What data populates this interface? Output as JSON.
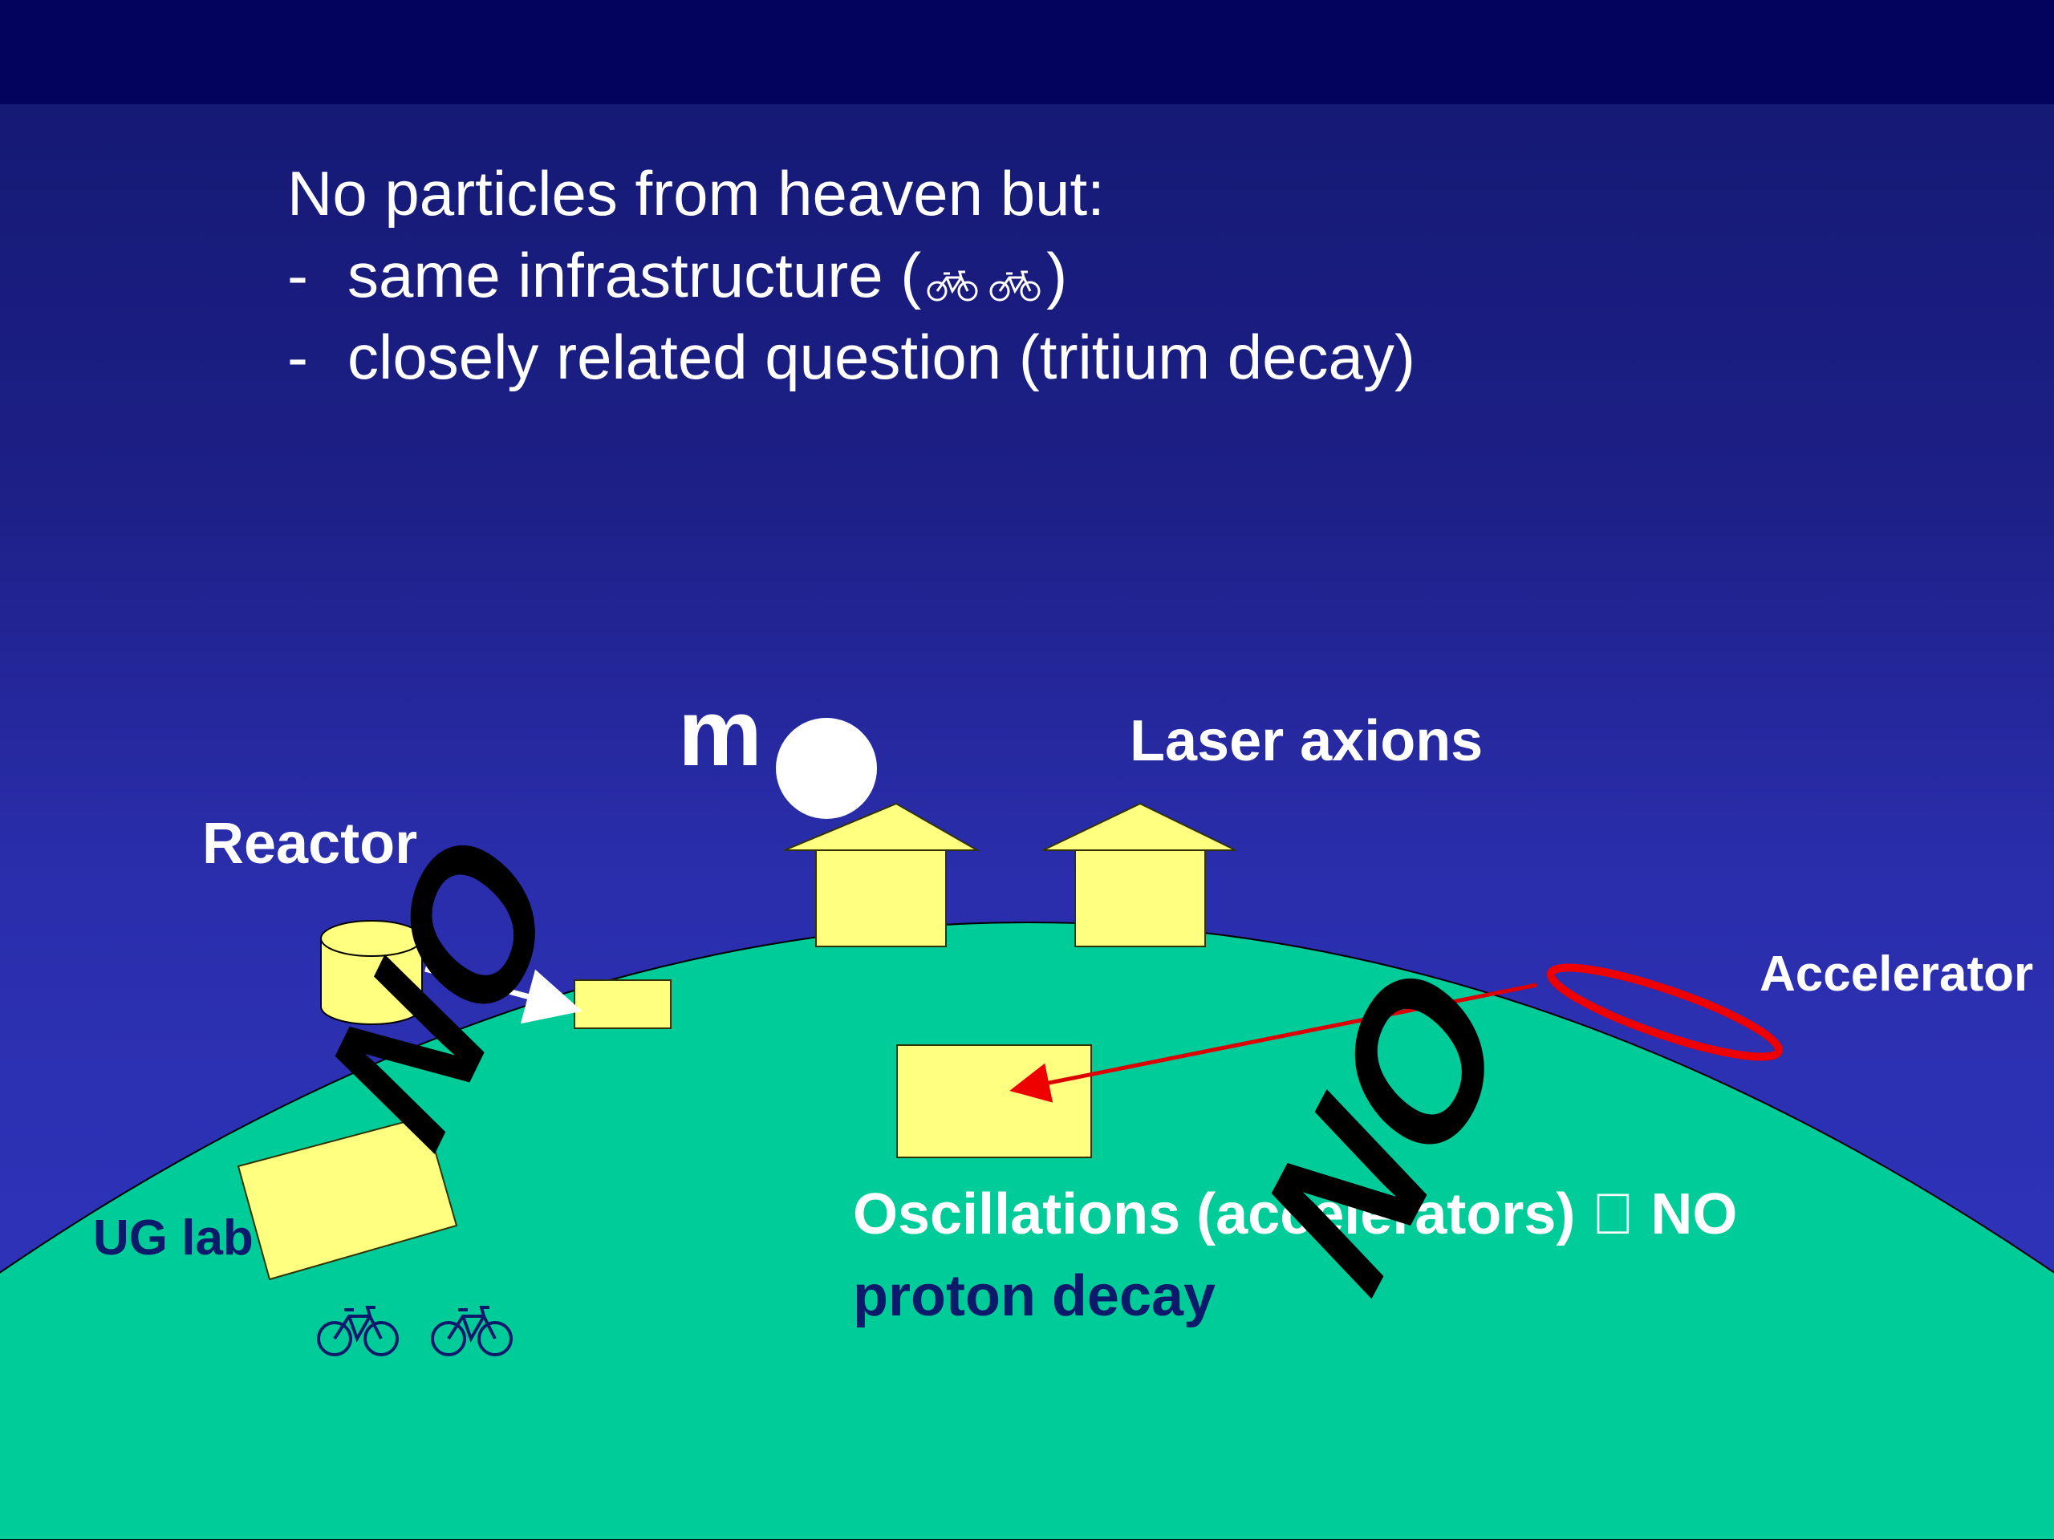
{
  "heading": {
    "line1": "No particles from heaven but:",
    "line2": "same infrastructure  (",
    "line2_end": ")",
    "line3": "closely related question (tritium decay)",
    "bullet": "-"
  },
  "labels": {
    "m": "m",
    "laser_axions": "Laser axions",
    "reactor": "Reactor",
    "accelerator": "Accelerator",
    "ug_lab": "UG lab",
    "oscillations": "Oscillations (accelerators)  NO",
    "proton_decay": "proton decay",
    "no_left": "NO",
    "no_right": "NO"
  },
  "icons": {
    "bicycle": "bicycle-icon",
    "unknown_glyph": "missing-glyph-box"
  },
  "colors": {
    "background_top": "#131870",
    "background_bottom": "#3035c0",
    "topbar": "#03035e",
    "ground": "#00cc99",
    "building": "#ffff80",
    "accelerator_ring": "#ff0000",
    "no_text": "#000000",
    "text_white": "#ffffff",
    "text_navy": "#0b1a6b"
  }
}
